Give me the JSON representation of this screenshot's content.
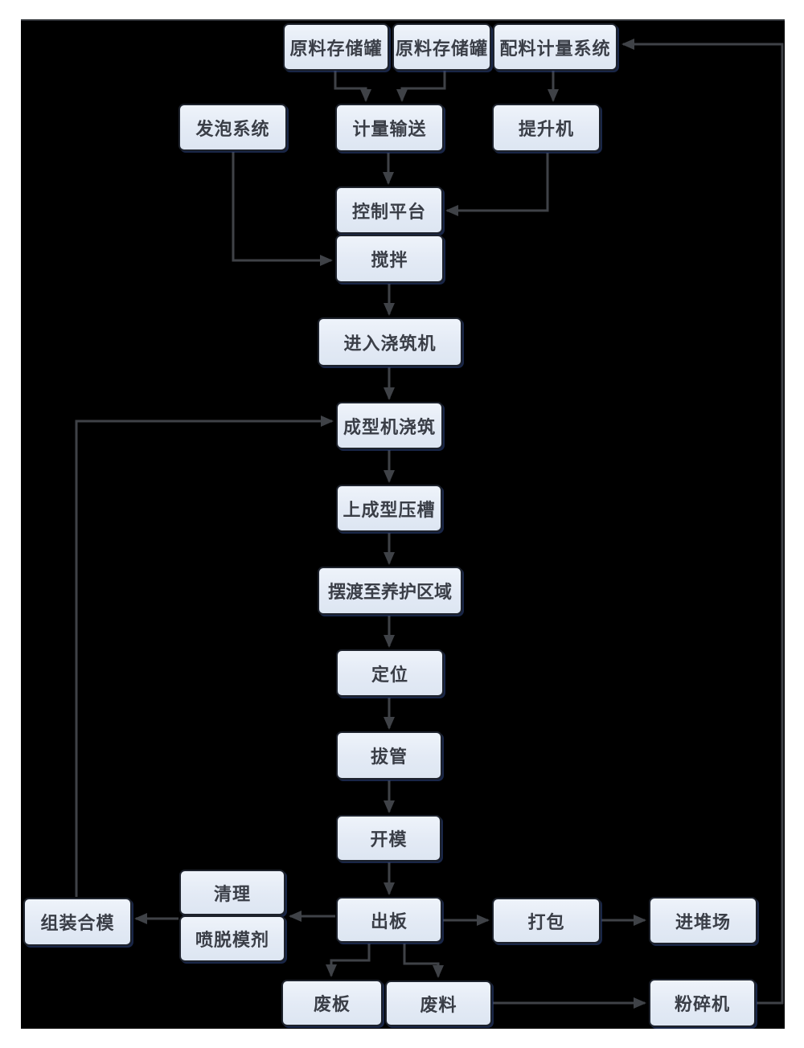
{
  "diagram_type": "flowchart",
  "colors": {
    "page_background": "#ffffff",
    "canvas_background": "#000000",
    "node_fill": "#e4ebf5",
    "node_border": "#1d222c",
    "arrow": "#3f4247",
    "text": "#3a3e47"
  },
  "nodes": {
    "raw_tank_1": {
      "label": "原料存储罐"
    },
    "raw_tank_2": {
      "label": "原料存储罐"
    },
    "batching_system": {
      "label": "配料计量系统"
    },
    "foaming_system": {
      "label": "发泡系统"
    },
    "metering_conveyor": {
      "label": "计量输送"
    },
    "elevator": {
      "label": "提升机"
    },
    "control_platform": {
      "label": "控制平台"
    },
    "mixing": {
      "label": "搅拌"
    },
    "enter_pouring": {
      "label": "进入浇筑机"
    },
    "forming_pouring": {
      "label": "成型机浇筑"
    },
    "forming_groove": {
      "label": "上成型压槽"
    },
    "ferry_curing": {
      "label": "摆渡至养护区域"
    },
    "positioning": {
      "label": "定位"
    },
    "tube_pulling": {
      "label": "拔管"
    },
    "mold_opening": {
      "label": "开模"
    },
    "board_out": {
      "label": "出板"
    },
    "cleaning": {
      "label": "清理"
    },
    "release_agent": {
      "label": "喷脱模剂"
    },
    "mold_assembly": {
      "label": "组装合模"
    },
    "packing": {
      "label": "打包"
    },
    "yard": {
      "label": "进堆场"
    },
    "waste_board": {
      "label": "废板"
    },
    "waste_material": {
      "label": "废料"
    },
    "crusher": {
      "label": "粉碎机"
    }
  },
  "edges": [
    {
      "from": "raw_tank_1",
      "to": "metering_conveyor"
    },
    {
      "from": "raw_tank_2",
      "to": "metering_conveyor"
    },
    {
      "from": "batching_system",
      "to": "elevator"
    },
    {
      "from": "metering_conveyor",
      "to": "control_platform"
    },
    {
      "from": "elevator",
      "to": "control_platform"
    },
    {
      "from": "foaming_system",
      "to": "mixing"
    },
    {
      "from": "mixing",
      "to": "enter_pouring"
    },
    {
      "from": "enter_pouring",
      "to": "forming_pouring"
    },
    {
      "from": "mold_assembly",
      "to": "forming_pouring"
    },
    {
      "from": "forming_pouring",
      "to": "forming_groove"
    },
    {
      "from": "forming_groove",
      "to": "ferry_curing"
    },
    {
      "from": "ferry_curing",
      "to": "positioning"
    },
    {
      "from": "positioning",
      "to": "tube_pulling"
    },
    {
      "from": "tube_pulling",
      "to": "mold_opening"
    },
    {
      "from": "mold_opening",
      "to": "board_out"
    },
    {
      "from": "board_out",
      "to": "cleaning"
    },
    {
      "from": "release_agent",
      "to": "mold_assembly"
    },
    {
      "from": "board_out",
      "to": "packing"
    },
    {
      "from": "packing",
      "to": "yard"
    },
    {
      "from": "board_out",
      "to": "waste_board"
    },
    {
      "from": "board_out",
      "to": "waste_material"
    },
    {
      "from": "waste_material",
      "to": "crusher"
    },
    {
      "from": "crusher",
      "to": "batching_system"
    }
  ]
}
